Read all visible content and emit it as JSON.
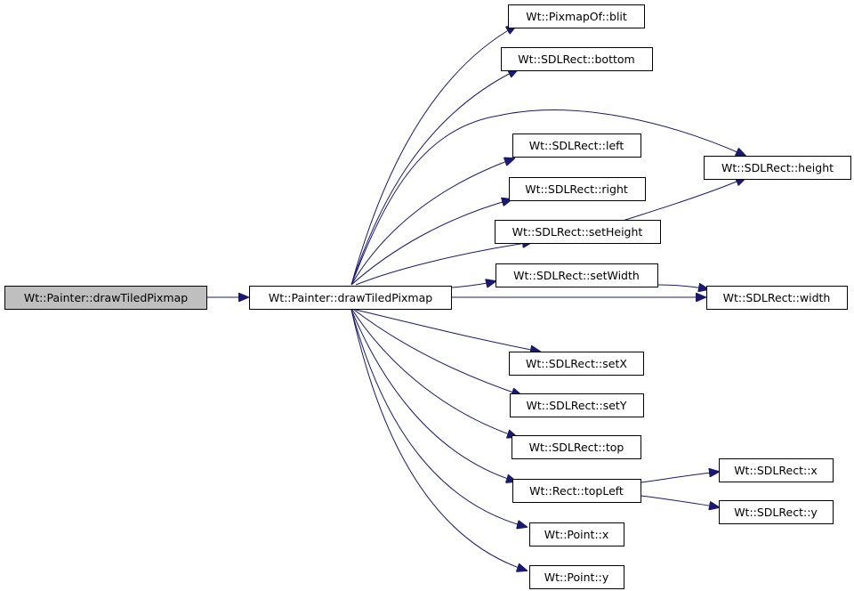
{
  "colors": {
    "edge": "#191970",
    "root_fill": "#bfbfbf",
    "node_fill": "#ffffff",
    "node_border": "#000000"
  },
  "nodes": {
    "root": "Wt::Painter::drawTiledPixmap",
    "main": "Wt::Painter::drawTiledPixmap",
    "blit": "Wt::PixmapOf::blit",
    "bottom": "Wt::SDLRect::bottom",
    "height": "Wt::SDLRect::height",
    "left": "Wt::SDLRect::left",
    "right": "Wt::SDLRect::right",
    "setHeight": "Wt::SDLRect::setHeight",
    "setWidth": "Wt::SDLRect::setWidth",
    "width": "Wt::SDLRect::width",
    "setX": "Wt::SDLRect::setX",
    "setY": "Wt::SDLRect::setY",
    "top": "Wt::SDLRect::top",
    "topLeft": "Wt::Rect::topLeft",
    "sdlX": "Wt::SDLRect::x",
    "sdlY": "Wt::SDLRect::y",
    "pointX": "Wt::Point::x",
    "pointY": "Wt::Point::y"
  }
}
